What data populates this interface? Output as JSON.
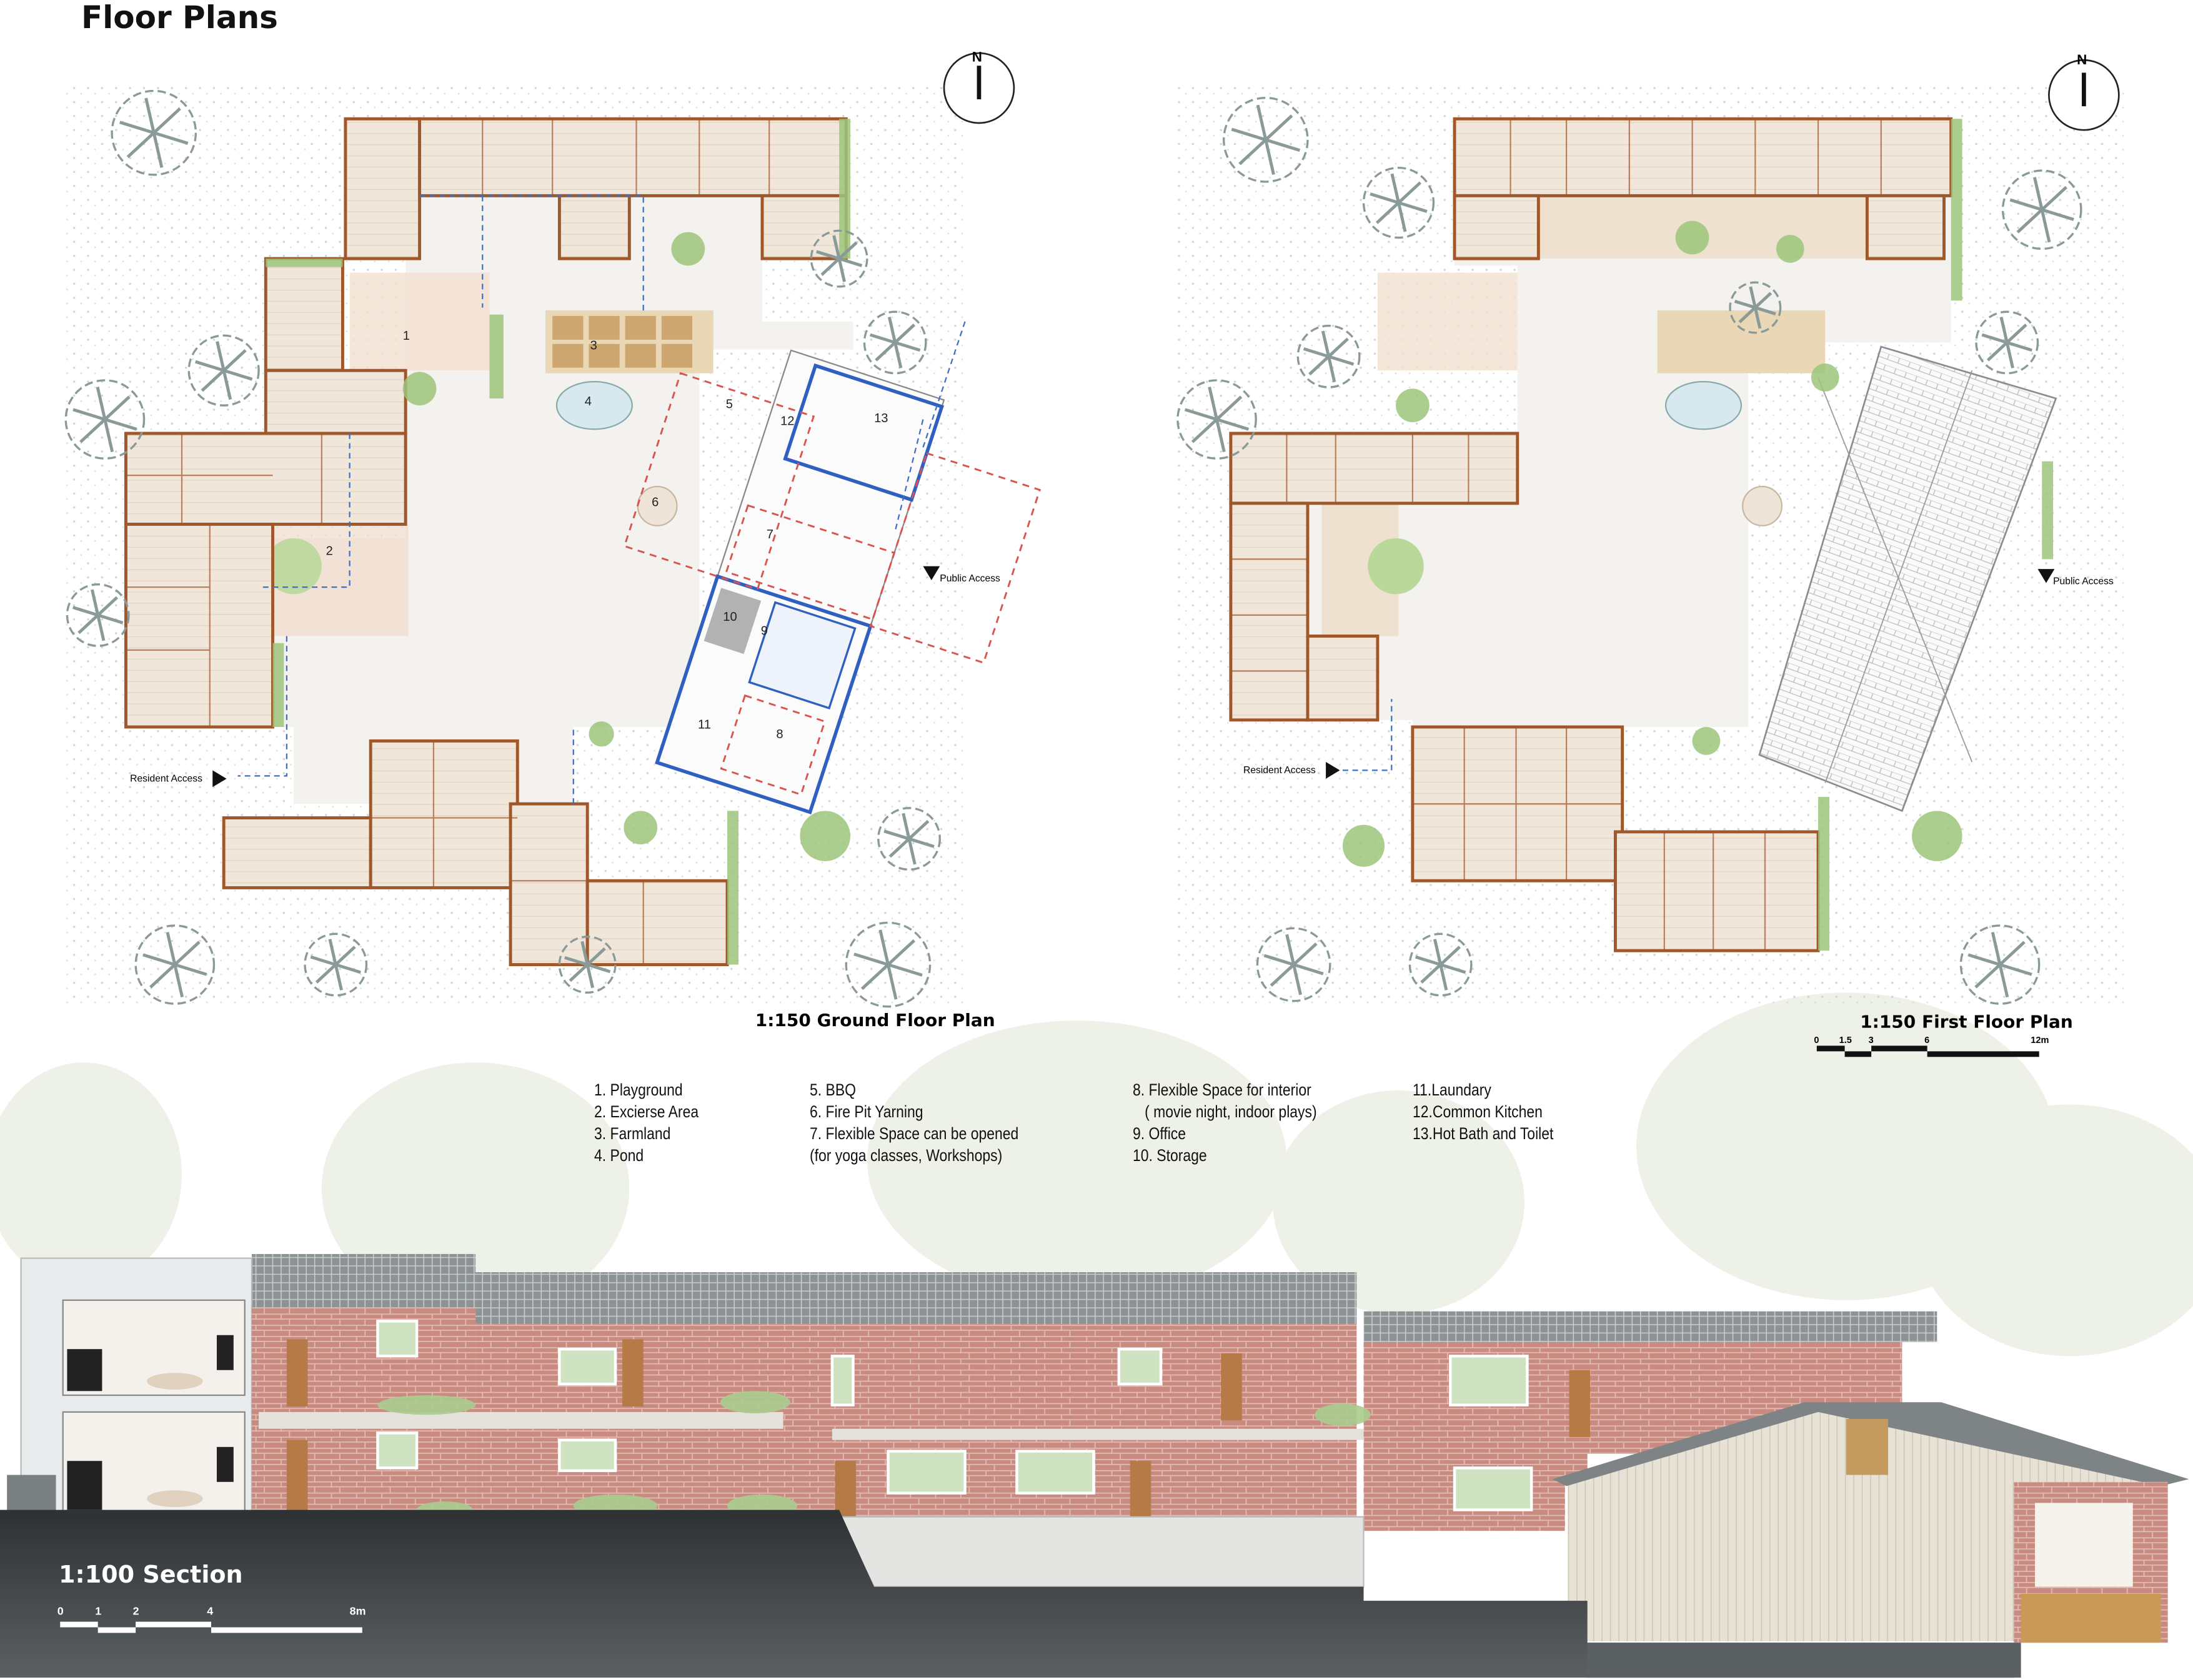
{
  "title": "Floor Plans",
  "ground_plan": {
    "label": "1:150 Ground Floor Plan",
    "north": "N",
    "public_access": "Public Access",
    "resident_access": "Resident Access",
    "area_numbers": [
      "1",
      "2",
      "3",
      "4",
      "5",
      "6",
      "7",
      "8",
      "9",
      "10",
      "11",
      "12",
      "13"
    ]
  },
  "first_plan": {
    "label": "1:150 First Floor Plan",
    "north": "N",
    "public_access": "Public Access",
    "resident_access": "Resident Access",
    "scale_bar": [
      "0",
      "1.5",
      "3",
      "6",
      "12m"
    ]
  },
  "legend": {
    "col1": [
      "1.  Playground",
      "2.  Excierse Area",
      "3.  Farmland",
      "4.  Pond"
    ],
    "col2": [
      "5.  BBQ",
      "6.  Fire Pit Yarning",
      "7.  Flexible Space can be opened",
      "(for yoga classes, Workshops)"
    ],
    "col3": [
      "8. Flexible Space for interior",
      "   ( movie night, indoor plays)",
      "9. Office",
      "10. Storage"
    ],
    "col4": [
      "11.Laundary",
      "12.Common Kitchen",
      "13.Hot Bath and Toilet"
    ]
  },
  "section": {
    "label": "1:100 Section",
    "scale_bar": [
      "0",
      "1",
      "2",
      "4",
      "8m"
    ]
  },
  "colors": {
    "wall": "#a0582a",
    "flex_space_outline": "#2f5fc0",
    "flex_dashed": "#d9534f",
    "brick": "#c98a80",
    "ground": "#3a3d3f",
    "tree": "#8a9a98",
    "greenery": "#9cc47a"
  }
}
